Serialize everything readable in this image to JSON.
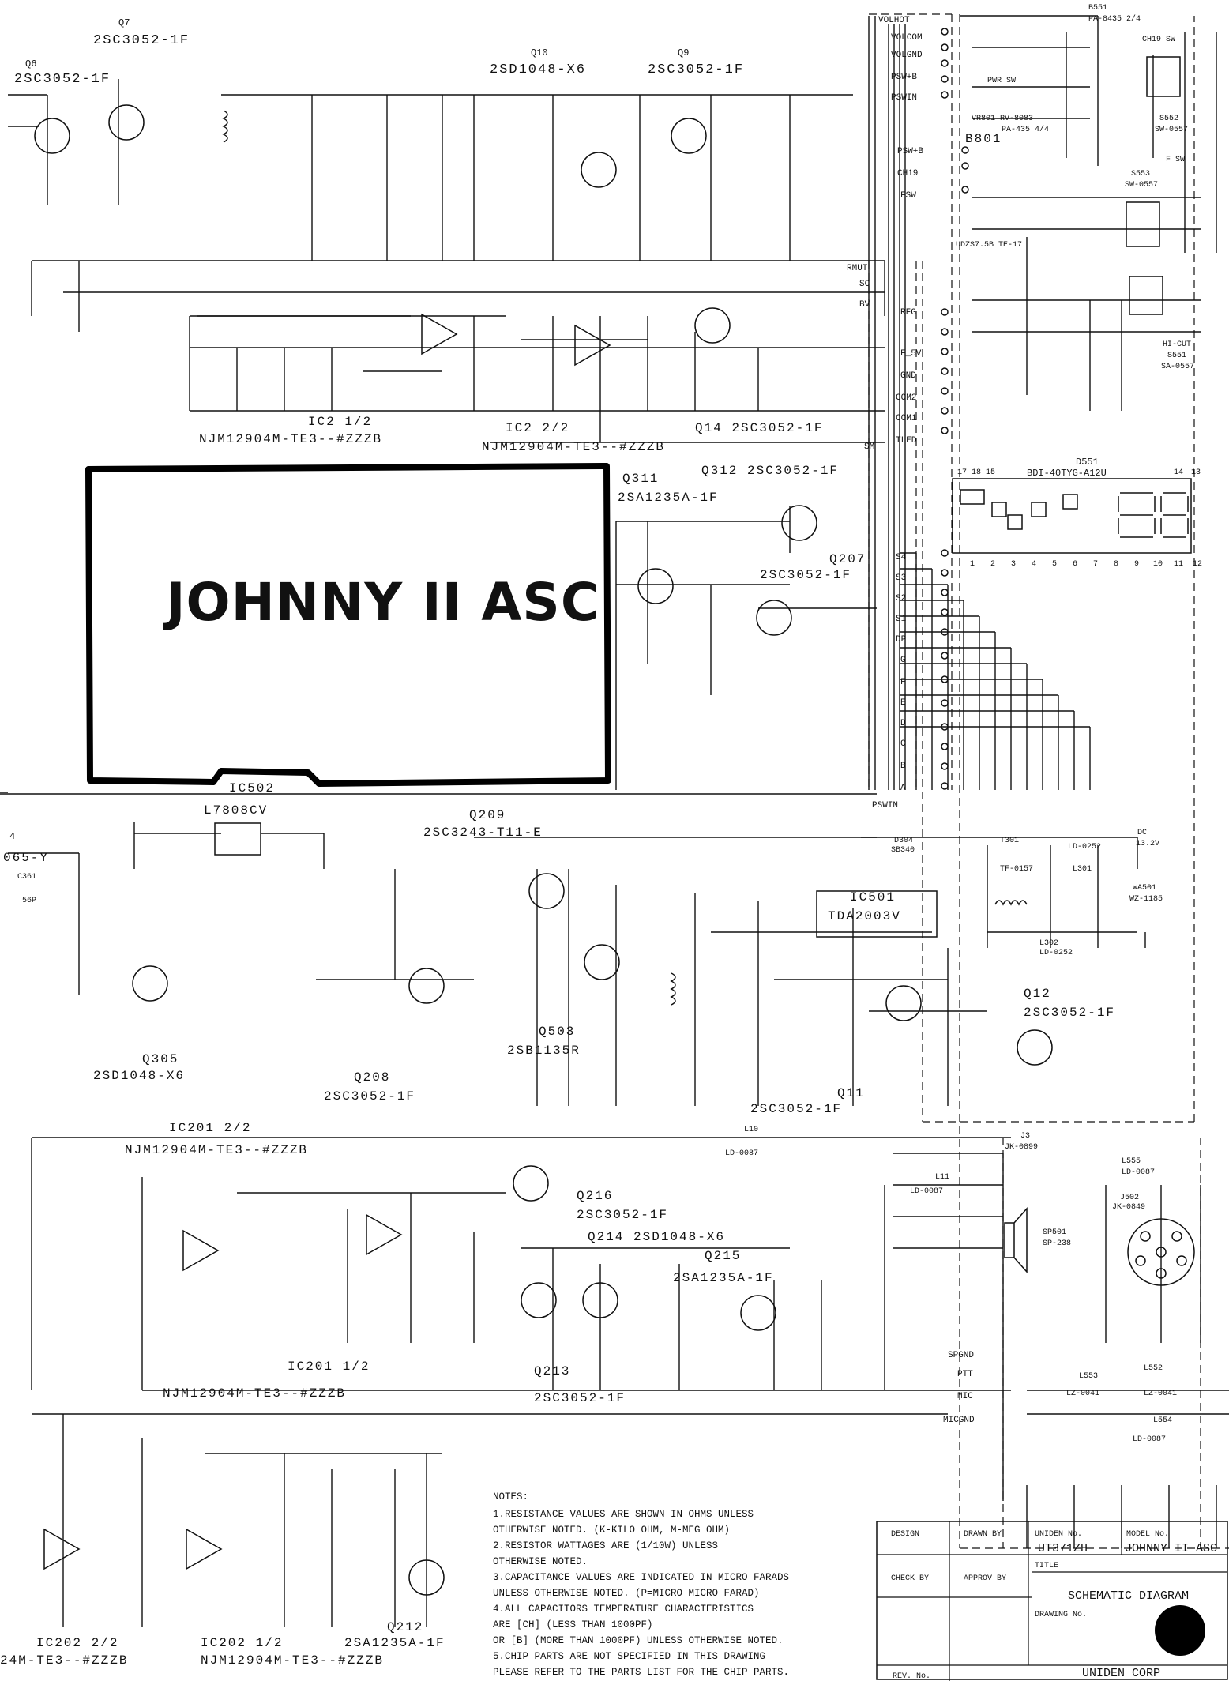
{
  "handwritten_title": "JOHNNY II ASC",
  "top_left_transistors": [
    {
      "ref": "Q7",
      "part": "2SC3052-1F"
    },
    {
      "ref": "Q6",
      "part": "2SC3052-1F"
    },
    {
      "ref": "Q10",
      "part": "2SD1048-X6"
    },
    {
      "ref": "Q9",
      "part": "2SC3052-1F"
    }
  ],
  "ic_labels": {
    "ic2_a": "IC2   1/2",
    "ic2_a_part": "NJM12904M-TE3--#ZZZB",
    "ic2_b": "IC2   2/2",
    "ic2_b_part": "NJM12904M-TE3--#ZZZB",
    "q14": "Q14  2SC3052-1F",
    "ic502": "IC502",
    "l7808": "L7808CV",
    "ic501": "IC501",
    "ic501_part": "TDA2003V",
    "ic201_22": "IC201 2/2",
    "ic201_22_part": "NJM12904M-TE3--#ZZZB",
    "ic201_12": "IC201 1/2",
    "ic201_12_part": "NJM12904M-TE3--#ZZZB",
    "ic202_22": "IC202 2/2",
    "ic202_12": "IC202 1/2",
    "ic202_part_a": "24M-TE3--#ZZZB",
    "ic202_part_b": "NJM12904M-TE3--#ZZZB",
    "q212": "Q212",
    "q212_part": "2SA1235A-1F"
  },
  "mid_transistors": {
    "q311": "Q311",
    "q311_part": "2SA1235A-1F",
    "q312": "Q312 2SC3052-1F",
    "q207": "Q207",
    "q207_part": "2SC3052-1F",
    "q209": "Q209",
    "q209_part": "2SC3243-T11-E",
    "q305": "Q305",
    "q305_part": "2SD1048-X6",
    "q208": "Q208",
    "q208_part": "2SC3052-1F",
    "q503": "Q503",
    "q503_part": "2SB1135R",
    "q11": "Q11",
    "q11_part": "2SC3052-1F",
    "q12": "Q12",
    "q12_part": "2SC3052-1F",
    "q216": "Q216",
    "q216_part": "2SC3052-1F",
    "q214": "Q214 2SD1048-X6",
    "q215": "Q215",
    "q215_part": "2SA1235A-1F",
    "q213": "Q213",
    "q213_part": "2SC3052-1F"
  },
  "connector_right_labels": [
    "VOLHOT",
    "VOLCOM",
    "VOLGND",
    "PSW+B",
    "PSWIN",
    "PSW+B",
    "CH19",
    "FSW",
    "RMUT",
    "SC",
    "BV",
    "RFG",
    "F_5V",
    "GND",
    "COM2",
    "COM1",
    "TLED",
    "SM"
  ],
  "segment_labels": [
    "S4",
    "S3",
    "S2",
    "S1",
    "DP",
    "G",
    "F",
    "E",
    "D",
    "C",
    "B",
    "A",
    "PSWIN"
  ],
  "display": {
    "ref": "D551",
    "part": "BDI-40TYG-A12U",
    "top_pins": [
      "17",
      "18",
      "15",
      "14",
      "13"
    ],
    "bottom_pins": [
      "1",
      "2",
      "3",
      "4",
      "5",
      "6",
      "7",
      "8",
      "9",
      "10",
      "11",
      "12"
    ]
  },
  "right_top": {
    "b551": "B551",
    "b551_part": "PA-8435 2/4",
    "b801": "B801",
    "vr801": "VR801 RV-8083",
    "pa435": "PA-435 4/4",
    "pwr_sw": "PWR SW",
    "ch19_sw": "CH19 SW",
    "s552": "S552",
    "s552_part": "SW-0557",
    "s553": "S553",
    "s553_part": "SW-0557",
    "f_sw": "F SW",
    "hi_cut": "HI-CUT",
    "s551": "S551",
    "s551_part": "SA-0557",
    "zener": "UDZS7.5B TE-17"
  },
  "power": {
    "d304": "D304",
    "d304_part": "SB340",
    "t301": "T301",
    "t301_part": "TF-0157",
    "l301_part": "LD-0252",
    "l301": "L301",
    "l302": "L302",
    "l302_part": "LD-0252",
    "wa501": "WA501",
    "wa501_part": "WZ-1185",
    "dc": "DC",
    "dc_v": "13.2V"
  },
  "jacks": {
    "j3": "J3",
    "j3_part": "JK-0899",
    "j502": "J502",
    "j502_part": "JK-0849",
    "sp501": "SP501",
    "sp501_part": "SP-238",
    "l555": "L555",
    "l555_part": "LD-0087",
    "l553": "L553",
    "l552": "L552",
    "l554": "L554",
    "lz1": "LZ-0041",
    "lz2": "LZ-0041",
    "ld0087": "LD-0087",
    "l11": "L11",
    "l10": "L10",
    "l10_part": "LD-0087"
  },
  "nets_bottom_right": [
    "PTT",
    "MIC",
    "MICGND",
    "SPGND"
  ],
  "notes": {
    "heading": "NOTES:",
    "lines": [
      "1.RESISTANCE VALUES ARE SHOWN IN OHMS UNLESS",
      "  OTHERWISE NOTED.  (K-KILO OHM, M-MEG OHM)",
      "2.RESISTOR WATTAGES ARE (1/10W) UNLESS",
      "  OTHERWISE NOTED.",
      "3.CAPACITANCE VALUES ARE INDICATED IN MICRO FARADS",
      "  UNLESS OTHERWISE NOTED.  (P=MICRO-MICRO FARAD)",
      "4.ALL CAPACITORS TEMPERATURE CHARACTERISTICS",
      "  ARE [CH] (LESS THAN 1000PF)",
      "  OR  [B] (MORE THAN 1000PF) UNLESS OTHERWISE NOTED.",
      "5.CHIP PARTS ARE NOT SPECIFIED IN THIS DRAWING",
      "  PLEASE REFER TO THE PARTS LIST FOR THE CHIP PARTS."
    ]
  },
  "title_block": {
    "design": "DESIGN",
    "drawn_by": "DRAWN BY",
    "uniden_no_label": "UNIDEN No.",
    "uniden_no": "UT371ZH",
    "model_no_label": "MODEL No.",
    "model_no": "JOHNNY II ASC",
    "title_label": "TITLE",
    "title": "SCHEMATIC DIAGRAM",
    "check_by": "CHECK BY",
    "approv_by": "APPROV BY",
    "drawing_no_label": "DRAWING No.",
    "rev_no": "REV. No.",
    "company": "UNIDEN CORP"
  },
  "left_edge": {
    "q_ref": "4",
    "part": "065-Y",
    "c361": "C361",
    "c361_v": "56P"
  }
}
